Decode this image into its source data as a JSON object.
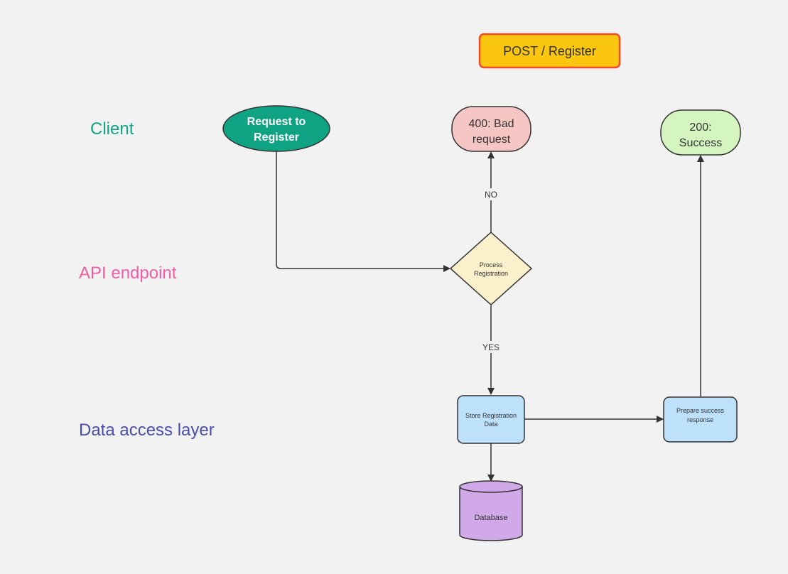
{
  "title": "POST / Register",
  "lanes": {
    "client": {
      "label": "Client",
      "color": "#12a182"
    },
    "api": {
      "label": "API endpoint",
      "color": "#ee5ea3"
    },
    "data": {
      "label": "Data access layer",
      "color": "#4a4dab"
    }
  },
  "nodes": {
    "request": {
      "line1": "Request to",
      "line2": "Register",
      "fill": "#10a383"
    },
    "bad_request": {
      "line1": "400: Bad",
      "line2": "request",
      "fill": "#f5c6c4"
    },
    "success": {
      "line1": "200:",
      "line2": "Success",
      "fill": "#d4f5c0"
    },
    "process": {
      "line1": "Process",
      "line2": "Registration",
      "fill": "#fbf0cc"
    },
    "store": {
      "line1": "Store Registration",
      "line2": "Data",
      "fill": "#bde1fb"
    },
    "prepare": {
      "line1": "Prepare success",
      "line2": "response",
      "fill": "#bde1fb"
    },
    "database": {
      "label": "Database",
      "fill": "#d1a8e8"
    }
  },
  "edges": {
    "no_label": "NO",
    "yes_label": "YES"
  },
  "title_box": {
    "fill": "#fac60f",
    "border": "#f04a2b"
  }
}
